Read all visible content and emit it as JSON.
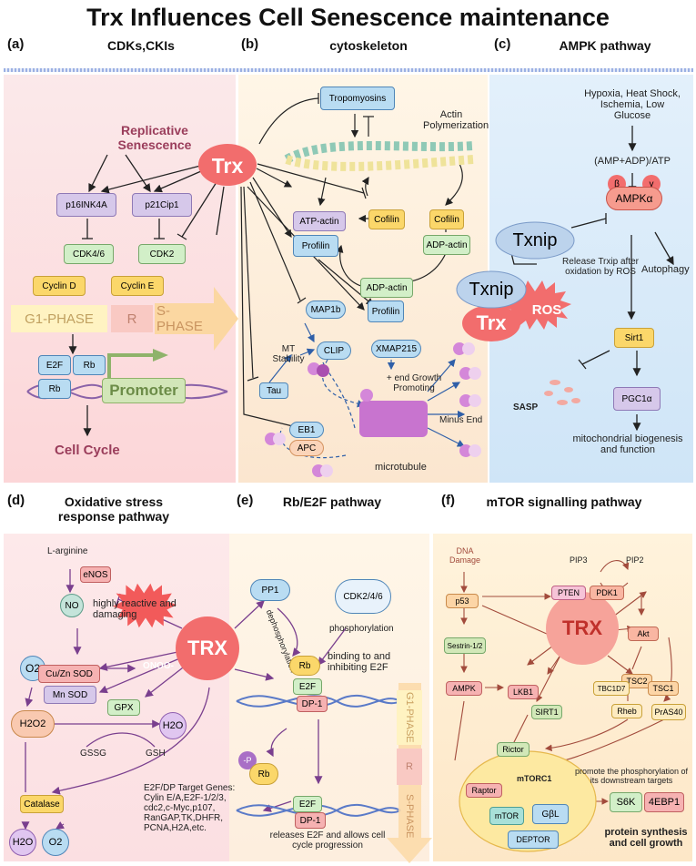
{
  "title": "Trx Influences Cell Senescence maintenance",
  "panels": {
    "a": {
      "letter": "(a)",
      "title": "CDKs,CKIs",
      "replicative": "Replicative Senescence",
      "trx": "Trx",
      "p16": "p16INK4A",
      "p21": "p21Cip1",
      "cdk46": "CDK4/6",
      "cdk2": "CDK2",
      "cyclinD": "Cyclin D",
      "cyclinE": "Cyclin E",
      "g1": "G1-PHASE",
      "r": "R",
      "s": "S-PHASE",
      "e2f": "E2F",
      "rb1": "Rb",
      "rb2": "Rb",
      "promoter": "Promoter",
      "cellcycle": "Cell Cycle"
    },
    "b": {
      "letter": "(b)",
      "title": "cytoskeleton",
      "tropomyosins": "Tropomyosins",
      "actin_poly": "Actin Polymerization",
      "atp_actin": "ATP-actin",
      "profilin1": "Profilin",
      "cofilin1": "Cofilin",
      "cofilin2": "Cofilin",
      "adp_actin1": "ADP-actin",
      "adp_actin2": "ADP-actin",
      "profilin2": "Profilin",
      "map1b": "MAP1b",
      "mt_stability": "MT Stability",
      "clip": "CLIP",
      "xmap": "XMAP215",
      "end_growth": "+ end Growth Promoting",
      "tau": "Tau",
      "minus_end": "Minus End",
      "eb1": "EB1",
      "apc": "APC",
      "microtubule": "microtubule"
    },
    "c": {
      "letter": "(c)",
      "title": "AMPK pathway",
      "stress": "Hypoxia, Heat Shock, Ischemia, Low Glucose",
      "ratio": "(AMP+ADP)/ATP",
      "beta": "β",
      "gamma": "γ",
      "ampk": "AMPKα",
      "txnip1": "Txnip",
      "release": "Release Trxip after oxidation by ROS",
      "autophagy": "Autophagy",
      "txnip2": "Txnip",
      "trx": "Trx",
      "ros": "ROS",
      "sirt1": "Sirt1",
      "sasp": "SASP",
      "pgc": "PGC1α",
      "mito": "mitochondrial biogenesis and function"
    },
    "d": {
      "letter": "(d)",
      "title": "Oxidative stress response pathway",
      "larg": "L-arginine",
      "enos": "eNOS",
      "no": "NO",
      "reactive": "highly reactive and damaging",
      "o2": "O2",
      "onoo": "ONOO-",
      "trx": "TRX",
      "cuzn": "Cu/Zn SOD",
      "mnsod": "Mn SOD",
      "gpx": "GPX",
      "h2o2": "H2O2",
      "h2o": "H2O",
      "gssg": "GSSG",
      "gsh": "GSH",
      "catalase": "Catalase",
      "h2o_b": "H2O",
      "o2_b": "O2"
    },
    "e": {
      "letter": "(e)",
      "title": "Rb/E2F pathway",
      "pp1": "PP1",
      "dephos": "dephosphorylation",
      "cdk": "CDK2/4/6",
      "phos": "phosphorylation",
      "rb": "Rb",
      "binding": "binding to and inhibiting E2F",
      "e2f": "E2F",
      "dp1": "DP-1",
      "p": "-P",
      "rb2": "Rb",
      "targets": "E2F/DP Target Genes: Cylin E/A,E2F-1/2/3, cdc2,c-Myc,p107, RanGAP,TK,DHFR, PCNA,H2A,etc.",
      "e2f2": "E2F",
      "dp12": "DP-1",
      "releases": "releases E2F and allows cell cycle progression",
      "g1": "G1-PHASE",
      "r": "R",
      "s": "S-PHASE"
    },
    "f": {
      "letter": "(f)",
      "title": "mTOR signalling pathway",
      "dna": "DNA Damage",
      "pip3": "PIP3",
      "pip2": "PIP2",
      "p53": "p53",
      "pten": "PTEN",
      "pdk1": "PDK1",
      "trx": "TRX",
      "akt": "Akt",
      "sestrin": "Sestrin-1/2",
      "tsc2": "TSC2",
      "ampk": "AMPK",
      "lkb1": "LKB1",
      "sirt1": "SIRT1",
      "tbc": "TBC1D7",
      "tsc1": "TSC1",
      "rheb": "Rheb",
      "pras": "PrAS40",
      "rictor": "Rictor",
      "mtorc1": "mTORC1",
      "raptor": "Raptor",
      "mtor": "mTOR",
      "gbl": "GβL",
      "deptor": "DEPTOR",
      "promote": "promote the phosphorylation of its downstream targets",
      "s6k": "S6K",
      "ebp": "4EBP1",
      "protein": "protein synthesis and cell growth"
    }
  },
  "colors": {
    "trx_fill": "#f26d6d",
    "box_blue": "#b9dcf2",
    "box_purple": "#d6c8ea",
    "box_green": "#d2efc8",
    "box_yellow": "#fbd76a",
    "box_pink": "#f6b2b2"
  }
}
